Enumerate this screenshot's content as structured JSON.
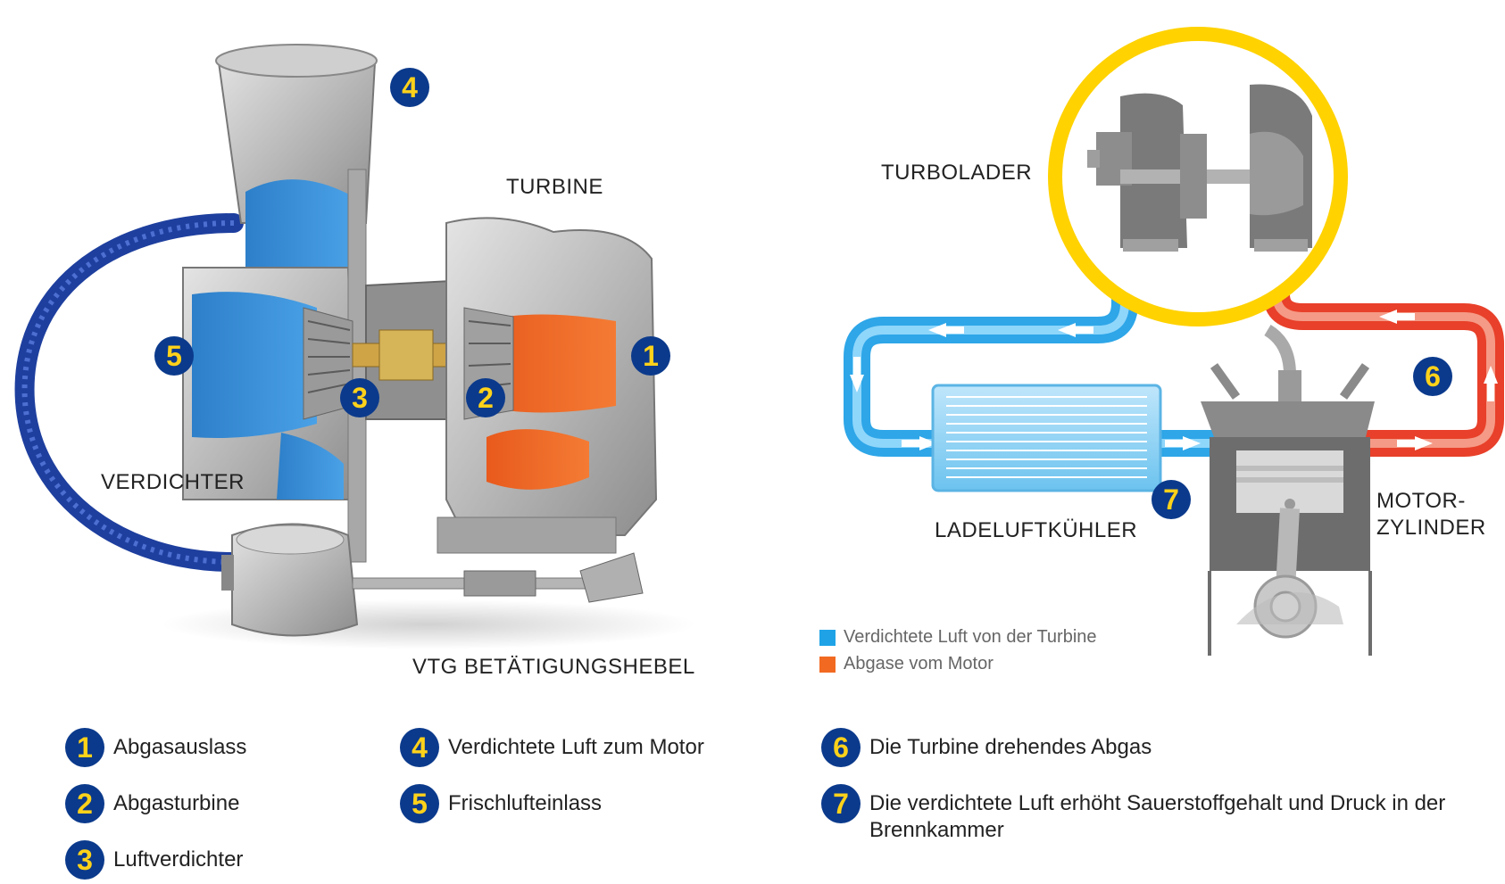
{
  "turbo_labels": {
    "turbine": "TURBINE",
    "verdichter": "VERDICHTER",
    "vtg": "VTG BETÄTIGUNGSHEBEL"
  },
  "circuit_labels": {
    "turbolader": "TURBOLADER",
    "ladeluftkuehler": "LADELUFTKÜHLER",
    "motor_line1": "MOTOR-",
    "motor_line2": "ZYLINDER"
  },
  "badges": {
    "b1": "1",
    "b2": "2",
    "b3": "3",
    "b4": "4",
    "b5": "5",
    "b6": "6",
    "b7": "7"
  },
  "legend": [
    {
      "color": "#1fa3e6",
      "text": "Verdichtete Luft von der Turbine"
    },
    {
      "color": "#f26a21",
      "text": "Abgase vom Motor"
    }
  ],
  "key": [
    {
      "num": "1",
      "text": "Abgasauslass"
    },
    {
      "num": "2",
      "text": "Abgasturbine"
    },
    {
      "num": "3",
      "text": "Luftverdichter"
    },
    {
      "num": "4",
      "text": "Verdichtete Luft zum Motor"
    },
    {
      "num": "5",
      "text": "Frischlufteinlass"
    },
    {
      "num": "6",
      "text": "Die Turbine drehendes Abgas"
    },
    {
      "num": "7",
      "text": "Die verdichtete Luft erhöht Sauerstoffgehalt und Druck in der Brennkammer"
    }
  ],
  "colors": {
    "badge_bg": "#0b3a8c",
    "badge_fg": "#ffd21a",
    "air": "#1fa3e6",
    "exhaust": "#f26a21",
    "ring": "#ffd200"
  }
}
